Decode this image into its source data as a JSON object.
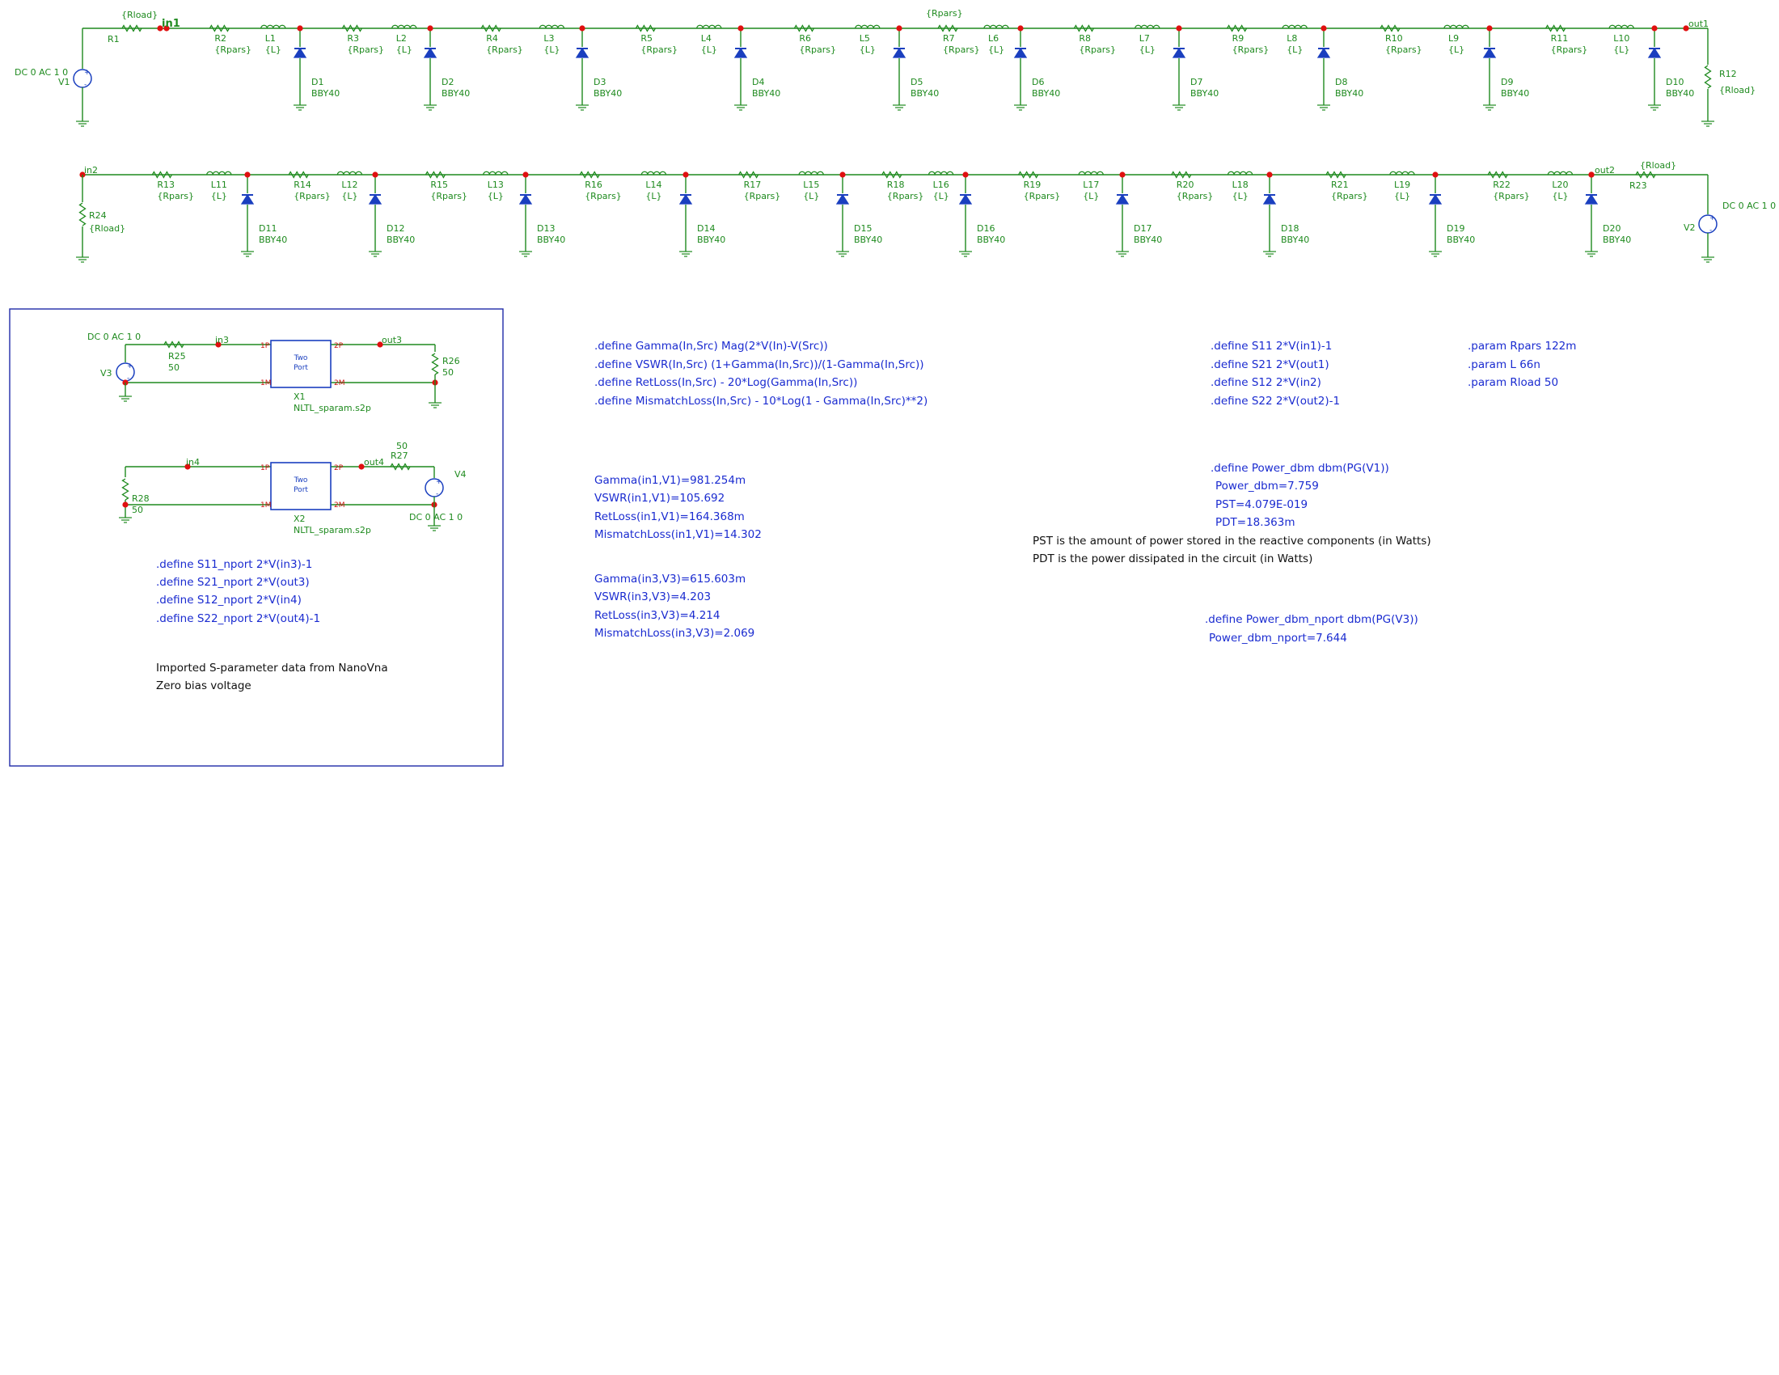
{
  "row1": {
    "nets": {
      "in1": "in1",
      "out1": "out1"
    },
    "source": {
      "name": "V1",
      "spec": "DC 0 AC 1 0"
    },
    "load_left": {
      "name": "R1",
      "value": "{Rload}"
    },
    "load_right": {
      "name": "R12",
      "value": "{Rload}"
    },
    "stages": [
      {
        "r": "R2",
        "l": "L1",
        "d": "D1"
      },
      {
        "r": "R3",
        "l": "L2",
        "d": "D2"
      },
      {
        "r": "R4",
        "l": "L3",
        "d": "D3"
      },
      {
        "r": "R5",
        "l": "L4",
        "d": "D4"
      },
      {
        "r": "R6",
        "l": "L5",
        "d": "D5"
      },
      {
        "r": "R7",
        "l": "L6",
        "d": "D6"
      },
      {
        "r": "R8",
        "l": "L7",
        "d": "D7"
      },
      {
        "r": "R9",
        "l": "L8",
        "d": "D8"
      },
      {
        "r": "R10",
        "l": "L9",
        "d": "D9"
      },
      {
        "r": "R11",
        "l": "L10",
        "d": "D10"
      }
    ]
  },
  "row2": {
    "nets": {
      "in2": "in2",
      "out2": "out2"
    },
    "source": {
      "name": "V2",
      "spec": "DC 0 AC 1 0"
    },
    "load_left": {
      "name": "R24",
      "value": "{Rload}"
    },
    "load_right": {
      "name": "R23",
      "value": "{Rload}"
    },
    "stages": [
      {
        "r": "R13",
        "l": "L11",
        "d": "D11"
      },
      {
        "r": "R14",
        "l": "L12",
        "d": "D12"
      },
      {
        "r": "R15",
        "l": "L13",
        "d": "D13"
      },
      {
        "r": "R16",
        "l": "L14",
        "d": "D14"
      },
      {
        "r": "R17",
        "l": "L15",
        "d": "D15"
      },
      {
        "r": "R18",
        "l": "L16",
        "d": "D16"
      },
      {
        "r": "R19",
        "l": "L17",
        "d": "D17"
      },
      {
        "r": "R20",
        "l": "L18",
        "d": "D18"
      },
      {
        "r": "R21",
        "l": "L19",
        "d": "D19"
      },
      {
        "r": "R22",
        "l": "L20",
        "d": "D20"
      }
    ]
  },
  "common": {
    "rpars": "{Rpars}",
    "l": "{L}",
    "diode_model": "BBY40"
  },
  "nport": {
    "x1": {
      "source": "V3",
      "spec": "DC 0 AC 1 0",
      "r_src": "R25",
      "r_src_val": "50",
      "r_load": "R26",
      "r_load_val": "50",
      "in": "in3",
      "out": "out3",
      "name": "X1",
      "file": "NLTL_sparam.s2p",
      "box": [
        "Two",
        "Port"
      ],
      "pins": [
        "1P",
        "1M",
        "2P",
        "2M"
      ]
    },
    "x2": {
      "source": "V4",
      "spec": "DC 0 AC 1 0",
      "r_src": "R27",
      "r_src_val": "50",
      "r_load": "R28",
      "r_load_val": "50",
      "in": "in4",
      "out": "out4",
      "name": "X2",
      "file": "NLTL_sparam.s2p",
      "box": [
        "Two",
        "Port"
      ],
      "pins": [
        "1P",
        "1M",
        "2P",
        "2M"
      ]
    },
    "defines": [
      ".define S11_nport 2*V(in3)-1",
      ".define S21_nport 2*V(out3)",
      ".define S12_nport 2*V(in4)",
      ".define S22_nport 2*V(out4)-1"
    ],
    "notes": [
      "Imported S-parameter data from NanoVna",
      "Zero bias voltage"
    ]
  },
  "defines_main": [
    ".define Gamma(In,Src) Mag(2*V(In)-V(Src))",
    ".define VSWR(In,Src) (1+Gamma(In,Src))/(1-Gamma(In,Src))",
    ".define RetLoss(In,Src) - 20*Log(Gamma(In,Src))",
    ".define MismatchLoss(In,Src) - 10*Log(1 - Gamma(In,Src)**2)"
  ],
  "results_v1": [
    "Gamma(in1,V1)=981.254m",
    "VSWR(in1,V1)=105.692",
    "RetLoss(in1,V1)=164.368m",
    "MismatchLoss(in1,V1)=14.302"
  ],
  "results_v3": [
    "Gamma(in3,V3)=615.603m",
    "VSWR(in3,V3)=4.203",
    "RetLoss(in3,V3)=4.214",
    "MismatchLoss(in3,V3)=2.069"
  ],
  "defines_s": [
    ".define S11 2*V(in1)-1",
    ".define S21 2*V(out1)",
    ".define S12 2*V(in2)",
    ".define S22 2*V(out2)-1"
  ],
  "params": [
    ".param Rpars 122m",
    ".param L 66n",
    ".param Rload 50"
  ],
  "power": {
    "define": ".define Power_dbm dbm(PG(V1))",
    "values": [
      "Power_dbm=7.759",
      "PST=4.079E-019",
      "PDT=18.363m"
    ],
    "notes": [
      "PST is the amount of power stored in the reactive components (in Watts)",
      "PDT is the power dissipated in the circuit (in Watts)"
    ]
  },
  "power_nport": {
    "define": ".define Power_dbm_nport dbm(PG(V3))",
    "value": "Power_dbm_nport=7.644"
  },
  "colors": {
    "wire": "#1e8a1e",
    "component": "#1a3fbf",
    "junction": "#e01010",
    "directive": "#1a2bd0",
    "frame": "#1f2aa8"
  }
}
